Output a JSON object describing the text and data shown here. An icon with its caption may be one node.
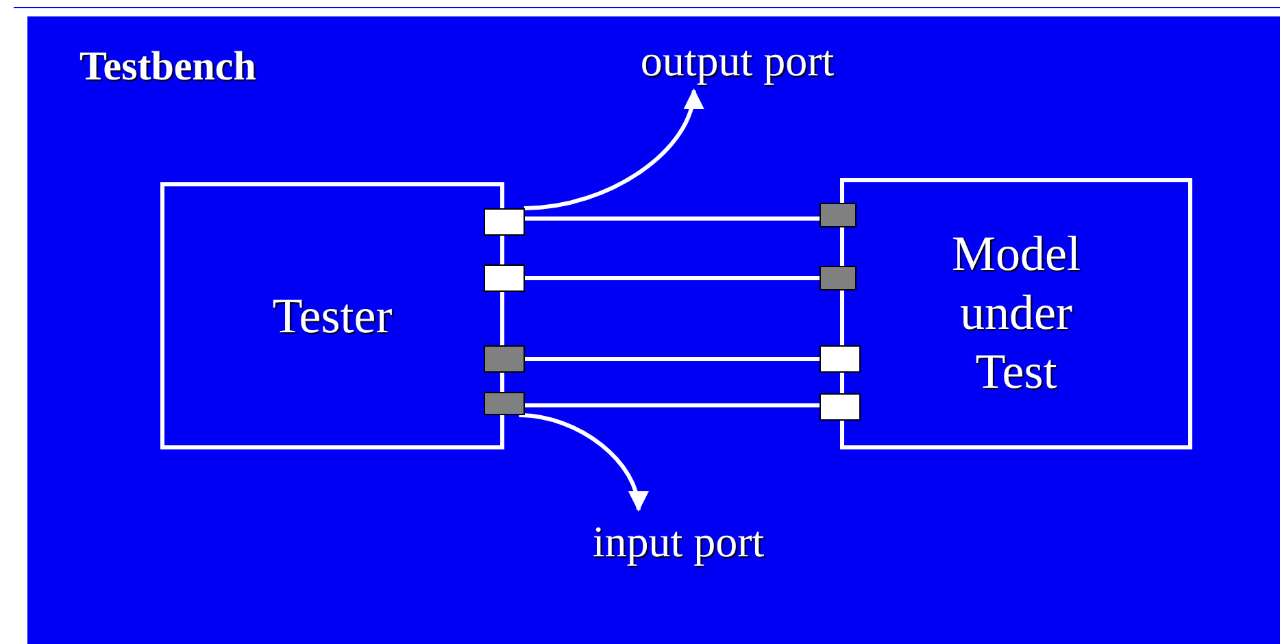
{
  "diagram": {
    "nodes": [
      {
        "text": [
          "Testbench"
        ]
      },
      {
        "text": [
          "Tester"
        ],
        "in": 0
      },
      {
        "text": [
          "Model under Test"
        ],
        "in": 0
      },
      {
        "text": [],
        "shape": "box",
        "in": 0
      },
      {
        "text": [],
        "shape": "box",
        "in": 0
      },
      {
        "text": [],
        "shape": "box",
        "in": 0
      },
      {
        "text": [],
        "shape": "box",
        "in": 0
      },
      {
        "text": [],
        "shape": "box",
        "in": 0
      },
      {
        "text": [],
        "shape": "box",
        "in": 0
      },
      {
        "text": [],
        "shape": "box",
        "in": 0
      },
      {
        "text": [],
        "shape": "box",
        "in": 0
      },
      {
        "text": [
          "output port"
        ],
        "in": 0
      },
      {
        "text": [
          "input port"
        ],
        "in": 0
      }
    ],
    "edges": [
      {
        "from": 3,
        "to": 7,
        "arrow": "none"
      },
      {
        "from": 4,
        "to": 8,
        "arrow": "none"
      },
      {
        "from": 5,
        "to": 9,
        "arrow": "none"
      },
      {
        "from": 6,
        "to": 10,
        "arrow": "none"
      },
      {
        "from": 3,
        "to": 11,
        "arrow": "to"
      },
      {
        "from": 6,
        "to": 12,
        "arrow": "to"
      }
    ]
  }
}
